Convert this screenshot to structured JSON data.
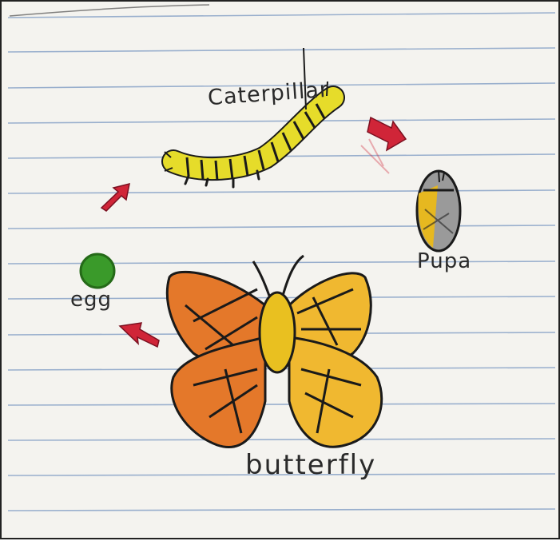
{
  "stages": {
    "caterpillar": "Caterpillar",
    "pupa": "Pupa",
    "egg": "egg",
    "butterfly": "butterfly"
  },
  "colors": {
    "paper": "#f4f3ef",
    "rule_line": "#8aa4c8",
    "arrow": "#d02538",
    "caterpillar_yellow": "#e6dc2a",
    "egg_green": "#3a9a2a",
    "wing_orange": "#e4782a",
    "body_yellow": "#e9c020",
    "outline": "#1a1a1a"
  },
  "icons": {
    "arrows": "arrow-icon",
    "egg": "egg-icon",
    "caterpillar": "caterpillar-icon",
    "pupa": "pupa-icon",
    "butterfly": "butterfly-icon"
  }
}
